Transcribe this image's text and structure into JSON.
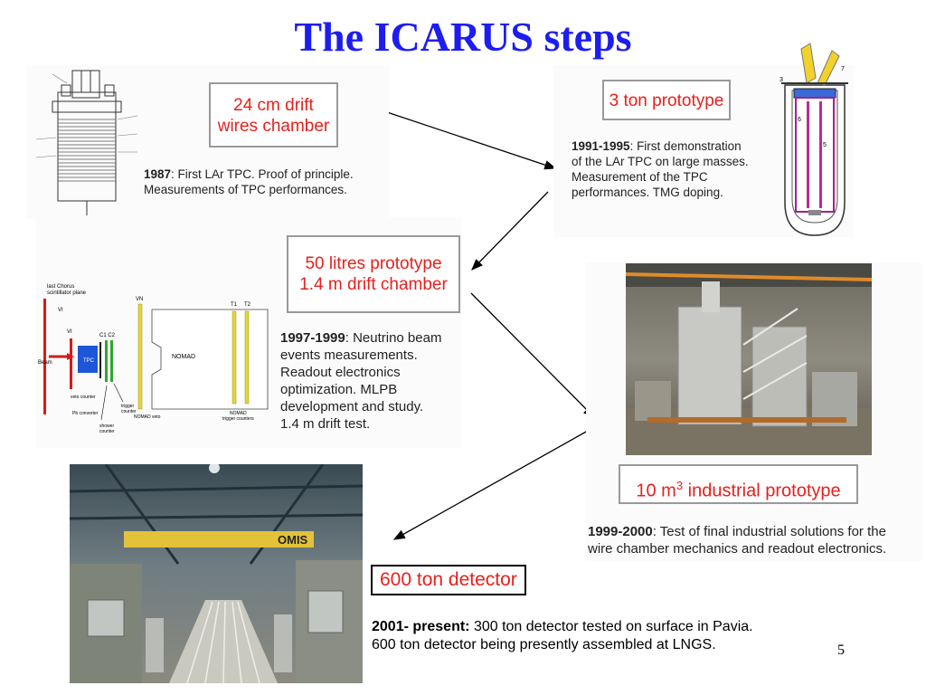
{
  "title": "The ICARUS steps",
  "steps": [
    {
      "box": [
        "24 cm drift",
        "wires chamber"
      ],
      "years": "1987",
      "desc": ": First LAr TPC. Proof of principle.",
      "desc2": "Measurements of TPC performances."
    },
    {
      "box": [
        "3 ton prototype"
      ],
      "years": "1991-1995",
      "desc": ": First demonstration",
      "desc2": "of the LAr TPC on large masses.",
      "desc3": "Measurement of the TPC",
      "desc4": "performances. TMG doping."
    },
    {
      "box": [
        "50 litres prototype",
        "1.4 m drift chamber"
      ],
      "years": "1997-1999",
      "desc": ": Neutrino beam",
      "desc2": "events measurements.",
      "desc3": "Readout electronics",
      "desc4": "optimization. MLPB",
      "desc5": "development and study.",
      "desc6": "1.4 m drift test."
    },
    {
      "box_pre": "10 m",
      "box_sup": "3",
      "box_post": " industrial prototype",
      "years": "1999-2000",
      "desc": ": Test of final industrial solutions for the",
      "desc2": "wire chamber mechanics and readout electronics."
    },
    {
      "box": "600 ton detector",
      "years": "2001- present:",
      "desc": " 300 ton detector tested on surface in Pavia.",
      "desc2": "600 ton detector being presently assembled at LNGS."
    }
  ],
  "diagram_labels": {
    "chorus": "last Chorus",
    "chorus2": "scintillator plane",
    "v1": "VI",
    "v1b": "VI",
    "vn": "VN",
    "c1c2": "C1 C2",
    "t1": "T1",
    "t2": "T2",
    "beam": "Beam",
    "tpc": "TPC",
    "nomad": "NOMAD",
    "veto": "veto counter",
    "pb": "Pb  converter",
    "trigger": "trigger",
    "trigger2": "counter",
    "shower": "shower",
    "shower2": "counter",
    "nomad_veto": "NOMAD veto",
    "nomad_trig": "NOMAD",
    "nomad_trig2": "trigger counters"
  },
  "crane_sign": "OMIS",
  "page_number": "5",
  "colors": {
    "title": "#1d1df0",
    "box_text": "#e8201c"
  }
}
